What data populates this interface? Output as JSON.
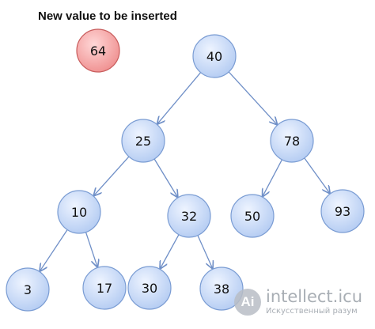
{
  "caption": "New value to be inserted",
  "colors": {
    "tree_node_fill": "#c9daf7",
    "tree_node_stroke": "#7a9cd3",
    "new_node_fill": "#f4a3a3",
    "new_node_stroke": "#c85c5c",
    "edge": "#6f8fc7"
  },
  "new_value": {
    "id": "n64",
    "label": "64"
  },
  "nodes": [
    {
      "id": "n40",
      "label": "40"
    },
    {
      "id": "n25",
      "label": "25"
    },
    {
      "id": "n78",
      "label": "78"
    },
    {
      "id": "n10",
      "label": "10"
    },
    {
      "id": "n32",
      "label": "32"
    },
    {
      "id": "n50",
      "label": "50"
    },
    {
      "id": "n93",
      "label": "93"
    },
    {
      "id": "n3",
      "label": "3"
    },
    {
      "id": "n17",
      "label": "17"
    },
    {
      "id": "n30",
      "label": "30"
    },
    {
      "id": "n38",
      "label": "38"
    }
  ],
  "edges": [
    {
      "from": "n40",
      "to": "n25"
    },
    {
      "from": "n40",
      "to": "n78"
    },
    {
      "from": "n25",
      "to": "n10"
    },
    {
      "from": "n25",
      "to": "n32"
    },
    {
      "from": "n78",
      "to": "n50"
    },
    {
      "from": "n78",
      "to": "n93"
    },
    {
      "from": "n10",
      "to": "n3"
    },
    {
      "from": "n10",
      "to": "n17"
    },
    {
      "from": "n32",
      "to": "n30"
    },
    {
      "from": "n32",
      "to": "n38"
    }
  ],
  "watermark": {
    "logo_text": "Ai",
    "name": "intellect.icu",
    "tagline": "Искусственный разум"
  }
}
